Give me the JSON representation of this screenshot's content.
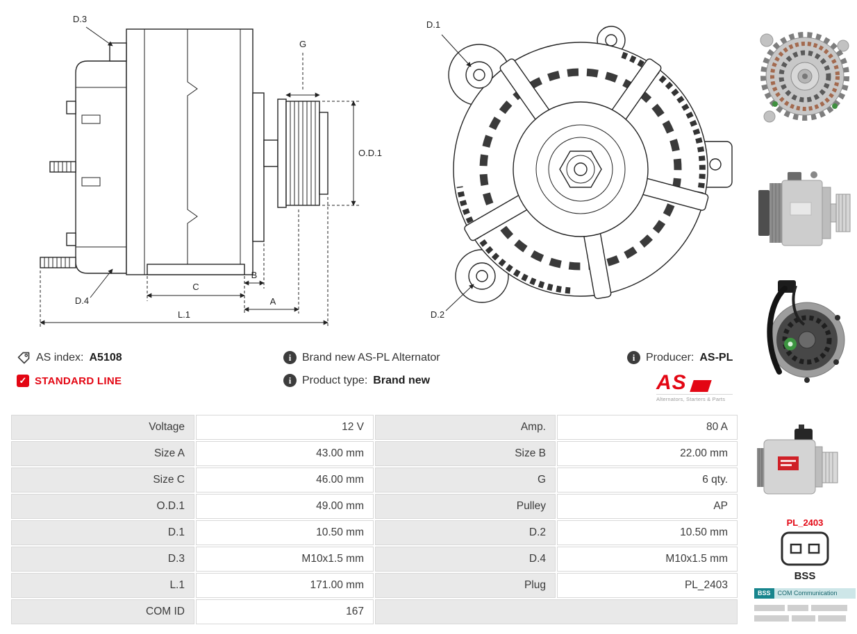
{
  "colors": {
    "accent": "#e30613",
    "teal_dark": "#17858d",
    "teal_light": "#cde6e8"
  },
  "info": {
    "as_index_label": "AS index:",
    "as_index_value": "A5108",
    "standard_line": "STANDARD LINE",
    "description": "Brand new AS-PL Alternator",
    "product_type_label": "Product type:",
    "product_type_value": "Brand new",
    "producer_label": "Producer:",
    "producer_value": "AS-PL",
    "logo_text": "AS",
    "logo_caption": "Alternators, Starters & Parts",
    "info_icon_glyph": "i",
    "check_icon_glyph": "✓"
  },
  "diagram": {
    "d1": "D.1",
    "d2": "D.2",
    "d3": "D.3",
    "d4": "D.4",
    "g": "G",
    "od1": "O.D.1",
    "a": "A",
    "b": "B",
    "c": "C",
    "l1": "L.1"
  },
  "sidebar": {
    "plug_code": "PL_2403",
    "plug_name": "BSS",
    "com_left": "BSS",
    "com_right": "COM Communication"
  },
  "table": {
    "rows": [
      {
        "l1": "Voltage",
        "v1": "12 V",
        "l2": "Amp.",
        "v2": "80 A"
      },
      {
        "l1": "Size A",
        "v1": "43.00 mm",
        "l2": "Size B",
        "v2": "22.00 mm"
      },
      {
        "l1": "Size C",
        "v1": "46.00 mm",
        "l2": "G",
        "v2": "6 qty."
      },
      {
        "l1": "O.D.1",
        "v1": "49.00 mm",
        "l2": "Pulley",
        "v2": "AP"
      },
      {
        "l1": "D.1",
        "v1": "10.50 mm",
        "l2": "D.2",
        "v2": "10.50 mm"
      },
      {
        "l1": "D.3",
        "v1": "M10x1.5 mm",
        "l2": "D.4",
        "v2": "M10x1.5 mm"
      },
      {
        "l1": "L.1",
        "v1": "171.00 mm",
        "l2": "Plug",
        "v2": "PL_2403"
      },
      {
        "l1": "COM ID",
        "v1": "167"
      }
    ]
  }
}
